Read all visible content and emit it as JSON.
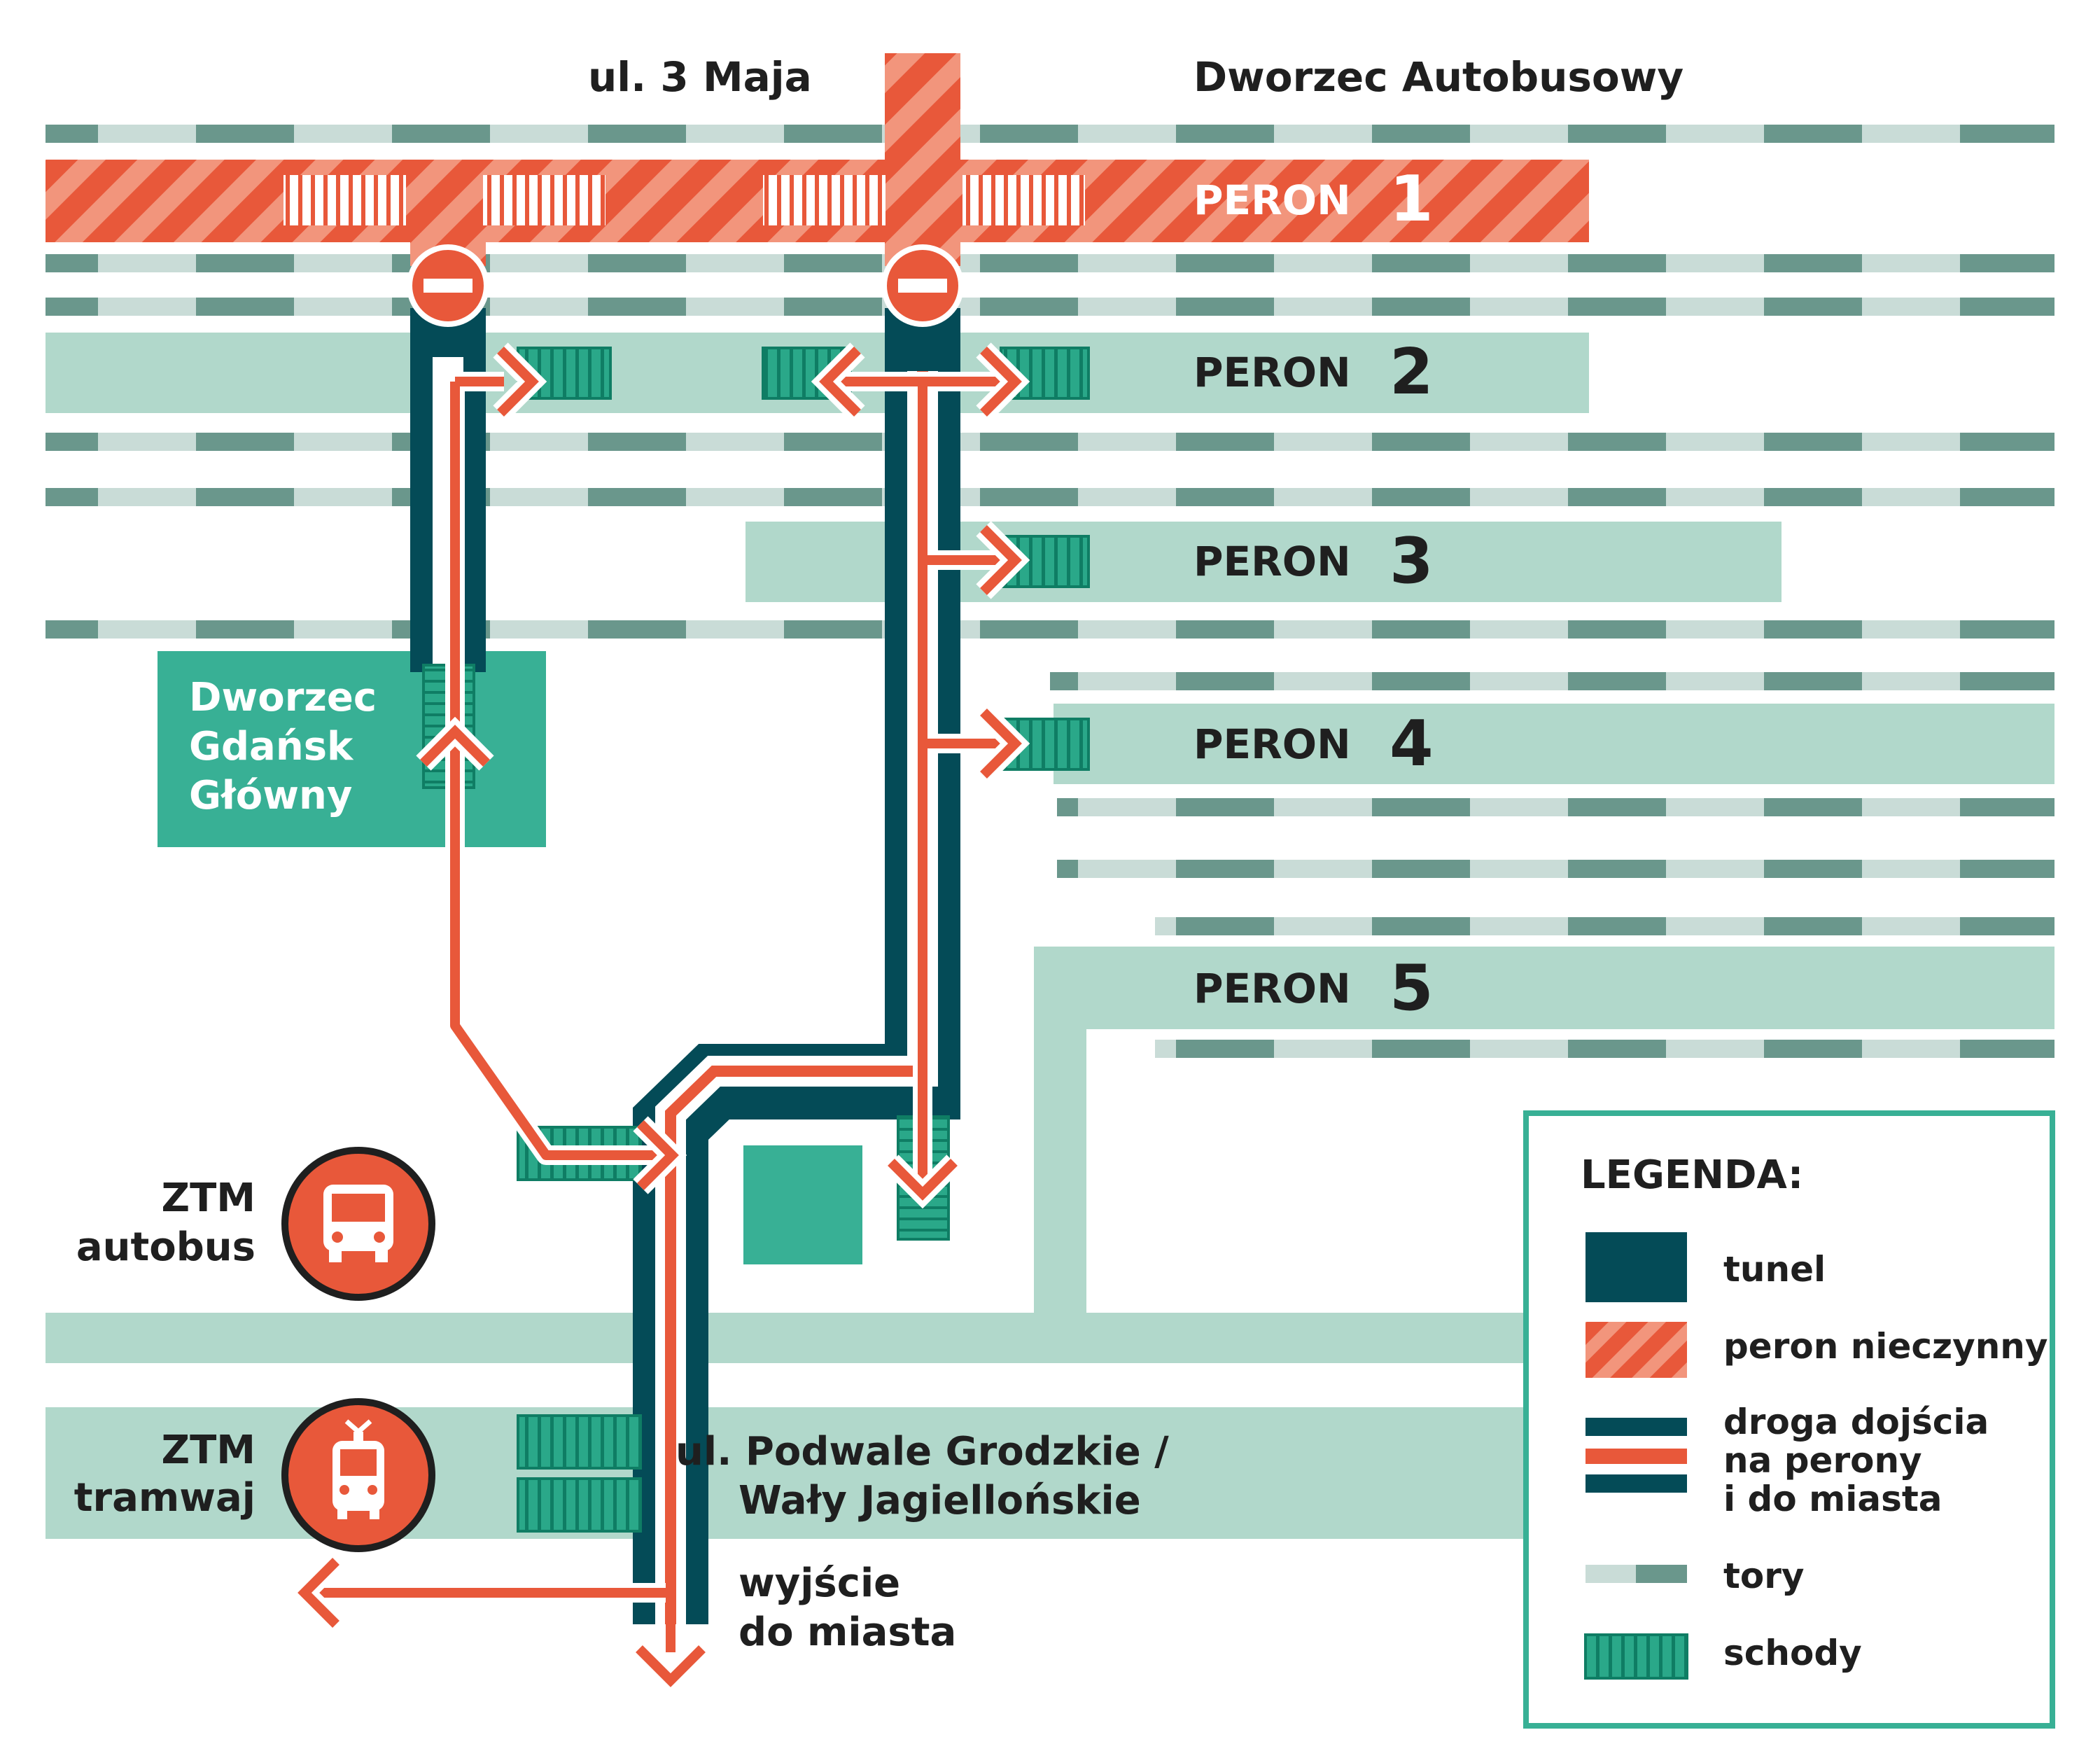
{
  "streets": {
    "top_left": "ul. 3 Maja",
    "top_right": "Dworzec Autobusowy",
    "bottom_line1": "ul. Podwale Grodzkie /",
    "bottom_line2": "Wały Jagiellońskie"
  },
  "platforms": [
    {
      "word": "PERON",
      "number": "1",
      "status": "closed"
    },
    {
      "word": "PERON",
      "number": "2"
    },
    {
      "word": "PERON",
      "number": "3"
    },
    {
      "word": "PERON",
      "number": "4"
    },
    {
      "word": "PERON",
      "number": "5"
    }
  ],
  "station": {
    "line1": "Dworzec",
    "line2": "Gdańsk",
    "line3": "Główny"
  },
  "transport": {
    "bus": {
      "line1": "ZTM",
      "line2": "autobus",
      "icon": "bus-icon"
    },
    "tram": {
      "line1": "ZTM",
      "line2": "tramwaj",
      "icon": "tram-icon"
    }
  },
  "exit": {
    "line1": "wyjście",
    "line2": "do miasta"
  },
  "legend": {
    "title": "LEGENDA:",
    "tunnel": "tunel",
    "closed_platform": "peron nieczynny",
    "route_line1": "droga dojścia",
    "route_line2": "na perony",
    "route_line3": "i do miasta",
    "tracks": "tory",
    "stairs": "schody"
  },
  "colors": {
    "tunnel": "#044b57",
    "route": "#e8583a",
    "closed_platform": "#e8583a",
    "closed_stripe": "#f2957c",
    "platform": "#b1d8cb",
    "station_building": "#38b095",
    "stairs": "#2aa889",
    "track_light": "#c9dcd7",
    "track_dark": "#6a978c",
    "legend_border": "#38b095"
  }
}
